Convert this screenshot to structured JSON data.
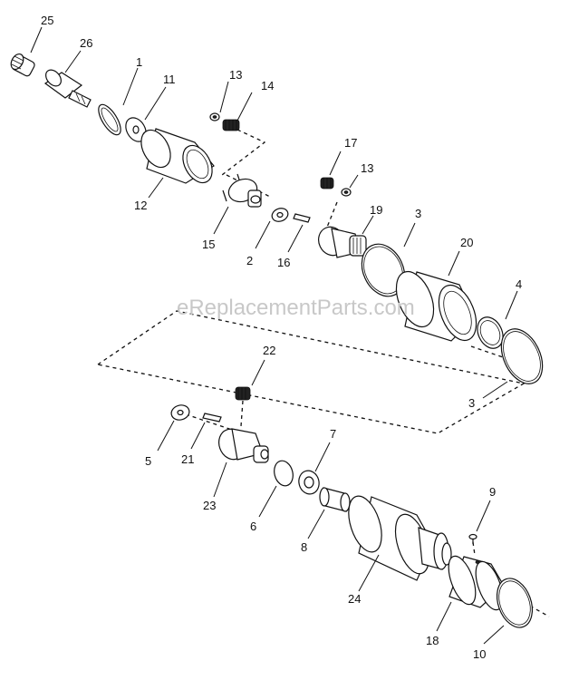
{
  "watermark": "eReplacementParts.com",
  "callouts": [
    {
      "id": "c25",
      "text": "25"
    },
    {
      "id": "c26",
      "text": "26"
    },
    {
      "id": "c1",
      "text": "1"
    },
    {
      "id": "c11",
      "text": "11"
    },
    {
      "id": "c13a",
      "text": "13"
    },
    {
      "id": "c14",
      "text": "14"
    },
    {
      "id": "c12",
      "text": "12"
    },
    {
      "id": "c15",
      "text": "15"
    },
    {
      "id": "c2",
      "text": "2"
    },
    {
      "id": "c16",
      "text": "16"
    },
    {
      "id": "c17",
      "text": "17"
    },
    {
      "id": "c13b",
      "text": "13"
    },
    {
      "id": "c19",
      "text": "19"
    },
    {
      "id": "c3a",
      "text": "3"
    },
    {
      "id": "c20",
      "text": "20"
    },
    {
      "id": "c4",
      "text": "4"
    },
    {
      "id": "c3b",
      "text": "3"
    },
    {
      "id": "c22",
      "text": "22"
    },
    {
      "id": "c5",
      "text": "5"
    },
    {
      "id": "c21",
      "text": "21"
    },
    {
      "id": "c23",
      "text": "23"
    },
    {
      "id": "c7",
      "text": "7"
    },
    {
      "id": "c6",
      "text": "6"
    },
    {
      "id": "c8",
      "text": "8"
    },
    {
      "id": "c9",
      "text": "9"
    },
    {
      "id": "c24",
      "text": "24"
    },
    {
      "id": "c18",
      "text": "18"
    },
    {
      "id": "c10",
      "text": "10"
    }
  ]
}
